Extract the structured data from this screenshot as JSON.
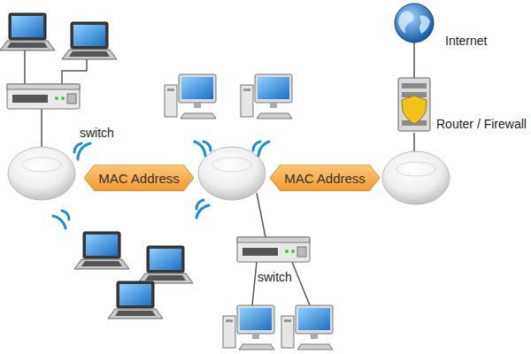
{
  "diagram": {
    "nodes": [
      {
        "text": [
          "MAC Address"
        ]
      },
      {
        "text": [
          "MAC Address"
        ]
      }
    ],
    "labels": [
      "Internet",
      "Router / Firewall",
      "switch",
      "switch"
    ]
  }
}
